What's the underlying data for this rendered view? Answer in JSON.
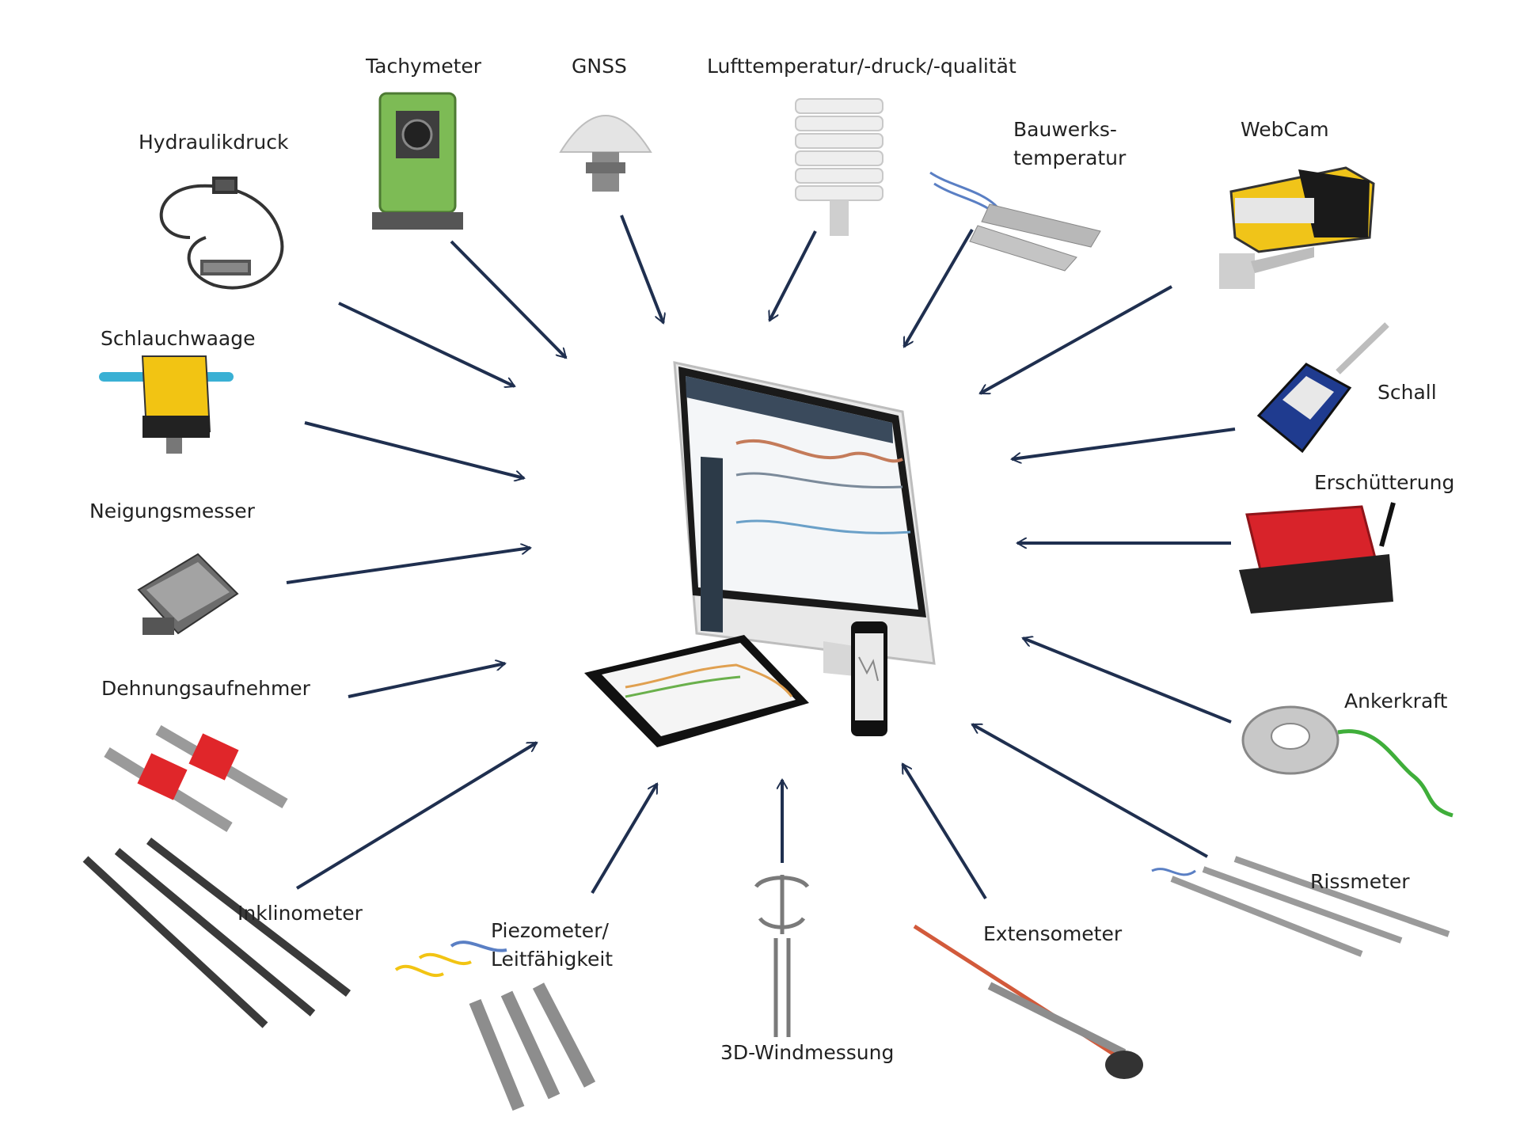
{
  "labels": {
    "tachymeter": "Tachymeter",
    "gnss": "GNSS",
    "luft": "Lufttemperatur/-druck/-qualität",
    "hydraulik": "Hydraulikdruck",
    "bauwerks_1": "Bauwerks-",
    "bauwerks_2": "temperatur",
    "webcam": "WebCam",
    "schlauch": "Schlauchwaage",
    "schall": "Schall",
    "erschuett": "Erschütterung",
    "neigung": "Neigungsmesser",
    "dehnung": "Dehnungsaufnehmer",
    "anker": "Ankerkraft",
    "rissmeter": "Rissmeter",
    "inklino": "Inklinometer",
    "piezo_1": "Piezometer/",
    "piezo_2": "Leitfähigkeit",
    "extenso": "Extensometer",
    "wind": "3D-Windmessung"
  },
  "colors": {
    "arrow": "#1f2f4f",
    "tachymeter_green": "#7dbb55",
    "schlauch_yellow": "#f2c413",
    "dehnung_red": "#e0262a",
    "erschuett_red": "#d8232a",
    "schall_blue": "#1f3b8f",
    "webcam_yellow": "#f0c419"
  },
  "icons": [
    "monitor-icon",
    "tablet-icon",
    "phone-icon",
    "tachymeter-icon",
    "gnss-antenna-icon",
    "weather-shield-icon",
    "hydraulic-sensor-icon",
    "temperature-sensor-icon",
    "webcam-icon",
    "hose-level-icon",
    "sound-meter-icon",
    "vibration-sensor-icon",
    "tilt-sensor-icon",
    "strain-gauge-icon",
    "load-cell-icon",
    "crack-meter-icon",
    "inclinometer-icon",
    "piezometer-icon",
    "extensometer-icon",
    "anemometer-icon"
  ]
}
